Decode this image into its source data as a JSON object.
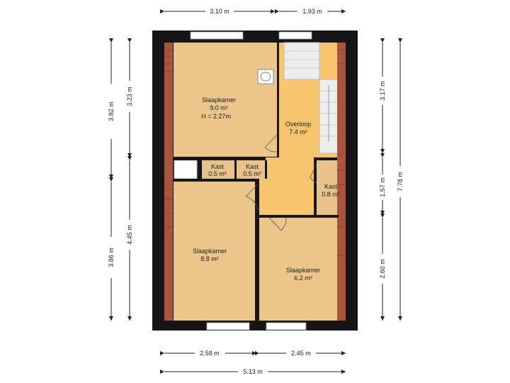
{
  "colors": {
    "wall": "#161616",
    "room_fill": "#ebc58a",
    "landing_fill": "#f6c56e",
    "brick": "#a9553a",
    "stair": "#ececec",
    "window": "#ffffff",
    "closet_fill": "#e8c28a"
  },
  "rooms": {
    "bedroom1": {
      "name": "Slaapkamer",
      "area": "9.0 m²",
      "height": "H = 2.27m"
    },
    "landing": {
      "name": "Overloop",
      "area": "7.4 m²"
    },
    "closet1": {
      "name": "Kast",
      "area": "0.5 m²"
    },
    "closet2": {
      "name": "Kast",
      "area": "0.5 m²"
    },
    "closet3": {
      "name": "Kast",
      "area": "0.8 m²"
    },
    "bedroom2": {
      "name": "Slaapkamer",
      "area": "8.8 m²"
    },
    "bedroom3": {
      "name": "Slaapkamer",
      "area": "6.2 m²"
    }
  },
  "dimensions": {
    "top_left": "3.10 m",
    "top_right": "1.93 m",
    "bottom_left": "2.58 m",
    "bottom_right": "2.45 m",
    "bottom_total": "5.13 m",
    "left_outer_top": "3.82 m",
    "left_outer_bottom": "3.86 m",
    "left_inner_top": "3.23 m",
    "left_inner_bottom": "4.45 m",
    "right_inner_top": "3.17 m",
    "right_inner_mid": "1.57 m",
    "right_inner_bottom": "2.60 m",
    "right_total": "7.78 m"
  }
}
